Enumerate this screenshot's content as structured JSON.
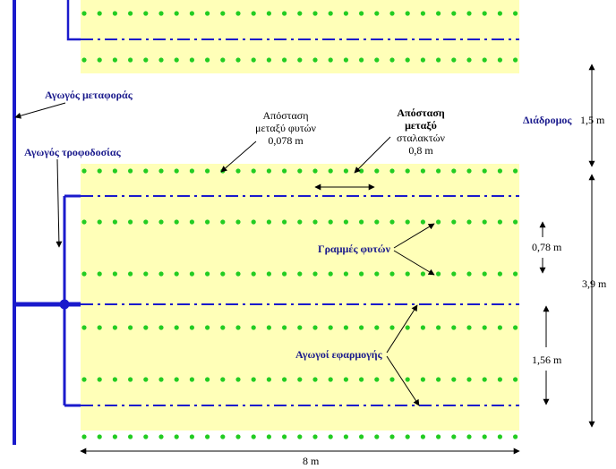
{
  "labels": {
    "conveyance_pipe": "Αγωγός μεταφοράς",
    "feeder_pipe": "Αγωγός τροφοδοσίας",
    "plant_spacing_line1": "Απόσταση",
    "plant_spacing_line2": "μεταξύ φυτών",
    "plant_spacing_value": "0,078 m",
    "emitter_spacing_line1": "Απόσταση",
    "emitter_spacing_line2": "μεταξύ",
    "emitter_spacing_line3": "σταλακτών",
    "emitter_spacing_value": "0,8 m",
    "corridor": "Διάδρομος",
    "plant_rows": "Γραμμές φυτών",
    "laterals": "Αγωγοί εφαρμογής"
  },
  "dimensions": {
    "corridor_width": "1,5 m",
    "row_spacing": "0,78 m",
    "lateral_spacing": "1,56 m",
    "bed_width": "3,9 m",
    "field_length": "8 m"
  },
  "colors": {
    "bed": "#ffffb8",
    "plant": "#22cc22",
    "pipe": "#1a1acc",
    "arrow": "#000000"
  }
}
